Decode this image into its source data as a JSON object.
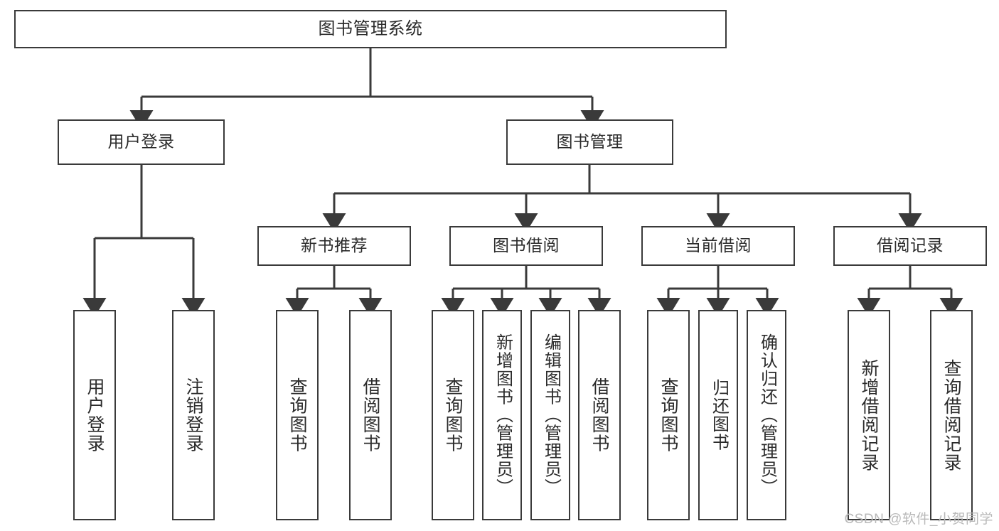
{
  "diagram": {
    "title": "图书管理系统",
    "type": "function-structure-tree",
    "stroke_color": "#3a3a3a",
    "fill_color": "#ffffff",
    "text_color": "#2b2b2b"
  },
  "nodes": {
    "root": {
      "label": "图书管理系统"
    },
    "level2": [
      {
        "id": "user-login",
        "label": "用户登录"
      },
      {
        "id": "book-manage",
        "label": "图书管理"
      }
    ],
    "level3": [
      {
        "id": "new-book-rec",
        "label": "新书推荐"
      },
      {
        "id": "book-borrow",
        "label": "图书借阅"
      },
      {
        "id": "current-borrow",
        "label": "当前借阅"
      },
      {
        "id": "borrow-record",
        "label": "借阅记录"
      }
    ],
    "leaves": {
      "user-login": [
        {
          "id": "leaf-user-login",
          "label": "用户登录"
        },
        {
          "id": "leaf-user-logout",
          "label": "注销登录"
        }
      ],
      "new-book-rec": [
        {
          "id": "leaf-query-book-1",
          "label": "查询图书"
        },
        {
          "id": "leaf-borrow-book-1",
          "label": "借阅图书"
        }
      ],
      "book-borrow": [
        {
          "id": "leaf-query-book-2",
          "label": "查询图书"
        },
        {
          "id": "leaf-add-book",
          "label": "新增图书（管理员）"
        },
        {
          "id": "leaf-edit-book",
          "label": "编辑图书（管理员）"
        },
        {
          "id": "leaf-borrow-book-2",
          "label": "借阅图书"
        }
      ],
      "current-borrow": [
        {
          "id": "leaf-query-book-3",
          "label": "查询图书"
        },
        {
          "id": "leaf-return-book",
          "label": "归还图书"
        },
        {
          "id": "leaf-confirm-return",
          "label": "确认归还（管理员）"
        }
      ],
      "borrow-record": [
        {
          "id": "leaf-add-record",
          "label": "新增借阅记录"
        },
        {
          "id": "leaf-query-record",
          "label": "查询借阅记录"
        }
      ]
    }
  },
  "watermark": {
    "text": "CSDN @软件_小贺同学"
  }
}
